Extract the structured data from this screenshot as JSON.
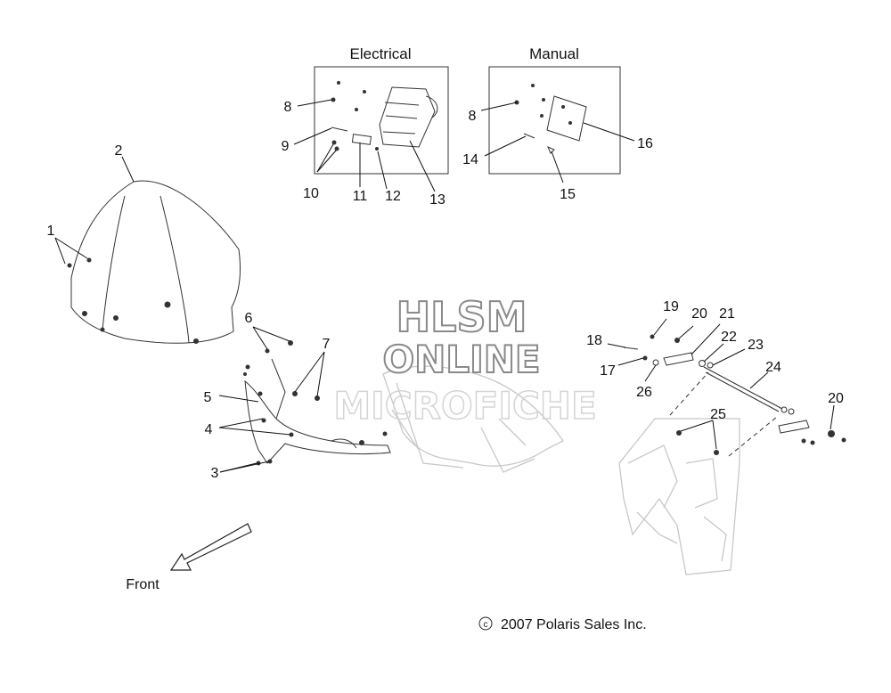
{
  "boxes": {
    "electrical": "Electrical",
    "manual": "Manual"
  },
  "callouts": {
    "c1": "1",
    "c2": "2",
    "c3": "3",
    "c4": "4",
    "c5": "5",
    "c6": "6",
    "c7": "7",
    "c8a": "8",
    "c8b": "8",
    "c9": "9",
    "c10": "10",
    "c11": "11",
    "c12": "12",
    "c13": "13",
    "c14": "14",
    "c15": "15",
    "c16": "16",
    "c17": "17",
    "c18": "18",
    "c19": "19",
    "c20a": "20",
    "c20b": "20",
    "c21": "21",
    "c22": "22",
    "c23": "23",
    "c24": "24",
    "c25": "25",
    "c26": "26"
  },
  "watermark": {
    "line1": "HLSM",
    "line2": "ONLINE",
    "line3": "MICROFICHE"
  },
  "front_label": "Front",
  "copyright": {
    "symbol": "c",
    "text": "2007 Polaris Sales Inc."
  }
}
